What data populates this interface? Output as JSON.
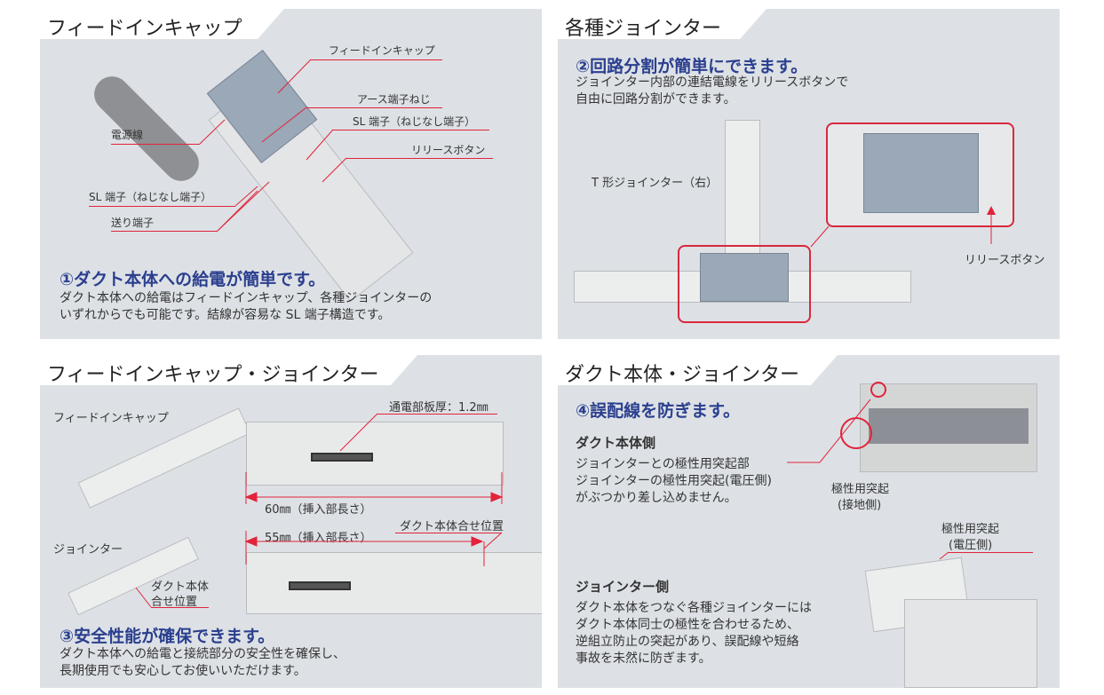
{
  "panel1": {
    "title": "フィードインキャップ",
    "labels": {
      "feed_in_cap": "フィードインキャップ",
      "earth_screw": "アース端子ねじ",
      "sl_terminal_right": "SL 端子（ねじなし端子）",
      "release_button": "リリースボタン",
      "power_cable": "電源線",
      "sl_terminal_left": "SL 端子（ねじなし端子）",
      "feed_terminal": "送り端子"
    },
    "heading": "①ダクト本体への給電が簡単です。",
    "body": [
      "ダクト本体への給電はフィードインキャップ、各種ジョインターの",
      "いずれからでも可能です。結線が容易な SL 端子構造です。"
    ]
  },
  "panel2": {
    "title": "各種ジョインター",
    "heading": "②回路分割が簡単にできます。",
    "body": [
      "ジョインター内部の連結電線をリリースボタンで",
      "自由に回路分割ができます。"
    ],
    "labels": {
      "t_joint": "T 形ジョインター（右）",
      "release_button": "リリースボタン"
    }
  },
  "panel3": {
    "title": "フィードインキャップ・ジョインター",
    "labels": {
      "feed_in_cap": "フィードインキャップ",
      "joint": "ジョインター",
      "duct_align": [
        "ダクト本体",
        "合せ位置"
      ],
      "thickness": "通電部板厚：1.2㎜",
      "len60": "60㎜（挿入部長さ）",
      "len55": "55㎜（挿入部長さ）",
      "duct_align_right": "ダクト本体合せ位置"
    },
    "heading": "③安全性能が確保できます。",
    "body": [
      "ダクト本体への給電と接続部分の安全性を確保し、",
      "長期使用でも安心してお使いいただけます。"
    ]
  },
  "panel4": {
    "title": "ダクト本体・ジョインター",
    "heading": "④誤配線を防ぎます。",
    "duct_side": {
      "title": "ダクト本体側",
      "body": [
        "ジョインターとの極性用突起部",
        "ジョインターの極性用突起(電圧側)",
        "がぶつかり差し込めません。"
      ]
    },
    "joint_side": {
      "title": "ジョインター側",
      "body": [
        "ダクト本体をつなぐ各種ジョインターには",
        "ダクト本体同士の極性を合わせるため、",
        "逆組立防止の突起があり、誤配線や短絡",
        "事故を未然に防ぎます。"
      ]
    },
    "labels": {
      "ground": [
        "極性用突起",
        "(接地側)"
      ],
      "voltage": [
        "極性用突起",
        "(電圧側)"
      ]
    }
  },
  "colors": {
    "accent": "#e2233a",
    "heading": "#2b3f8f",
    "panel": "#dde1e5"
  }
}
